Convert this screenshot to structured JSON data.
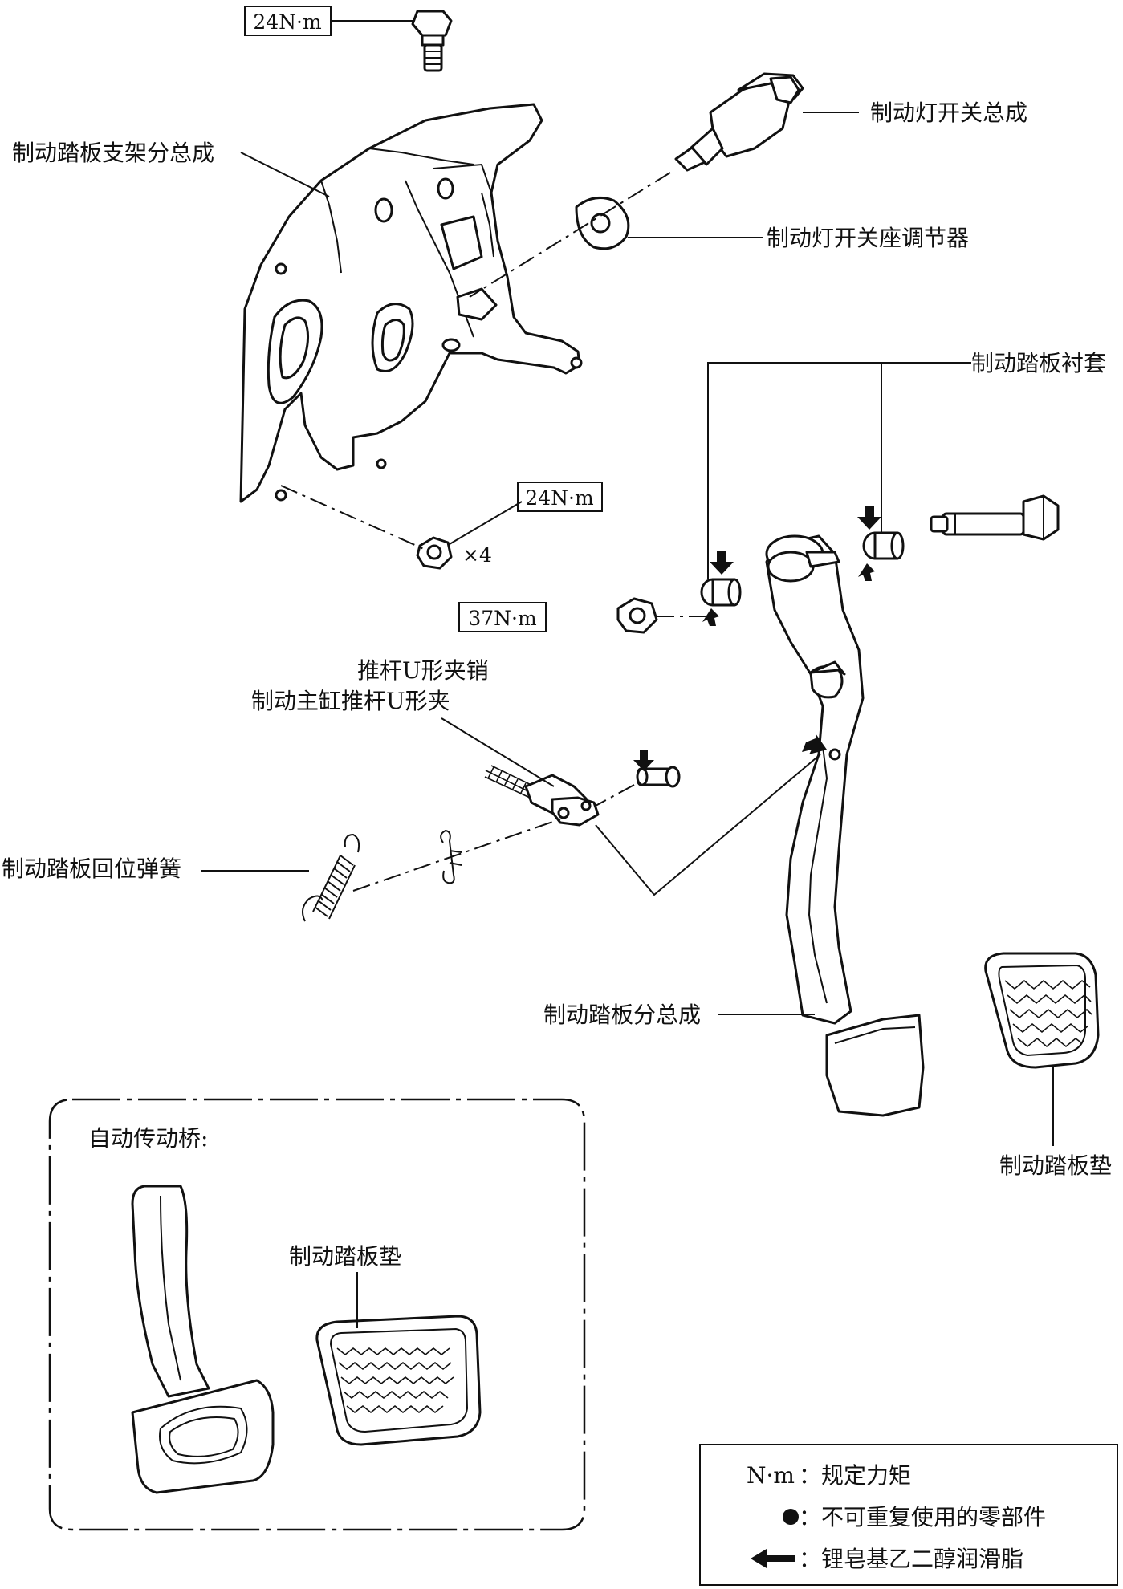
{
  "labels": {
    "bracket": "制动踏板支架分总成",
    "stop_switch": "制动灯开关总成",
    "switch_adjuster": "制动灯开关座调节器",
    "bushing": "制动踏板衬套",
    "clevis_pin": "推杆U形夹销",
    "clevis": "制动主缸推杆U形夹",
    "return_spring": "制动踏板回位弹簧",
    "pedal": "制动踏板分总成",
    "pad_right": "制动踏板垫",
    "pad_inset": "制动踏板垫"
  },
  "torques": {
    "top_bolt": "24N·m",
    "nuts": "24N·m",
    "nuts_qty": "×4",
    "pivot_nut": "37N·m"
  },
  "inset": {
    "title": "自动传动桥:"
  },
  "legend": {
    "torque_symbol": "N·m",
    "torque_text": "：规定力矩",
    "nonreuse_text": "：不可重复使用的零部件",
    "grease_text": "：锂皂基乙二醇润滑脂"
  }
}
